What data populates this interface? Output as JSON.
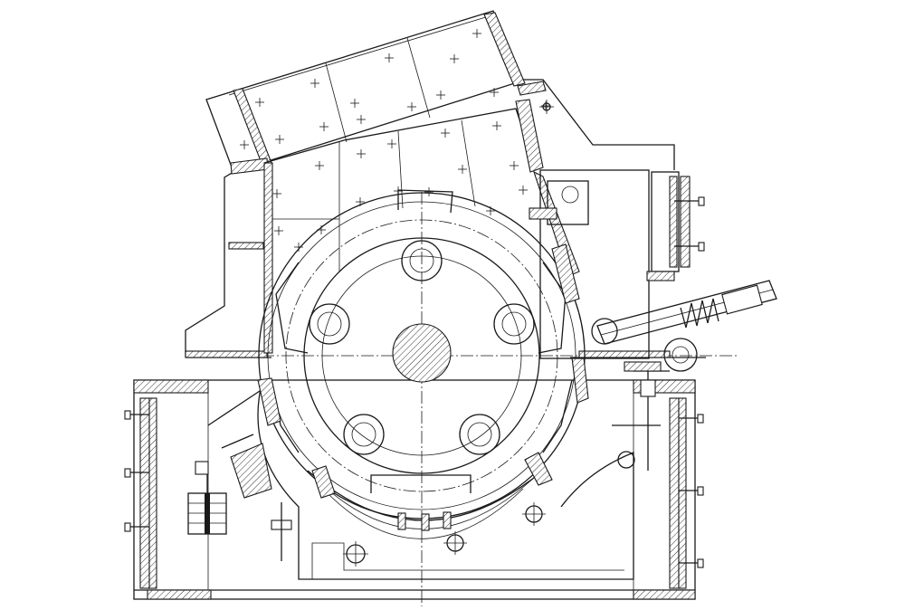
{
  "drawing": {
    "ink": "#1a1a1a",
    "background": "#ffffff",
    "style": "monochrome CAD line drawing, hatched sections",
    "components": [
      "casing",
      "rotor",
      "rotor-shaft",
      "feed-chute-liner-plates",
      "side-liner-plates",
      "upper-breaker-plate",
      "lower-breaker-plate",
      "breaker-plate-adjuster",
      "hinged-top-cover",
      "tension-bolts",
      "counterweight",
      "grate-bars",
      "base-frame"
    ]
  }
}
